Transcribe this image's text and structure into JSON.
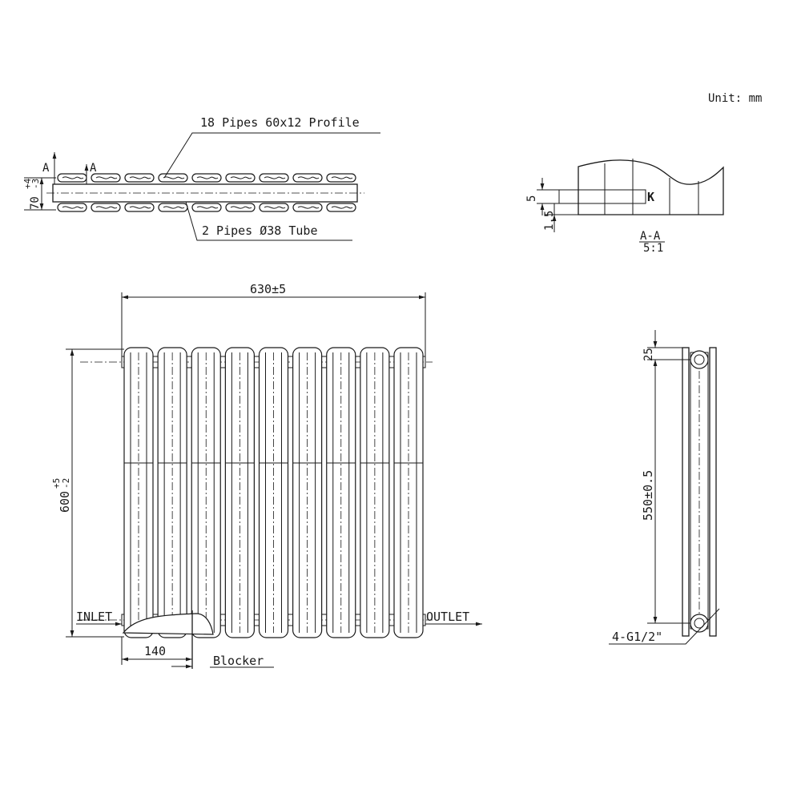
{
  "unit_label": "Unit: mm",
  "top_view": {
    "callout_profile": "18 Pipes 60x12 Profile",
    "callout_tube": "2 Pipes Ø38 Tube",
    "dim_height_value": "70",
    "dim_height_tol_plus": "+4",
    "dim_height_tol_minus": "-3",
    "section_mark": "A"
  },
  "section_view": {
    "label": "A-A",
    "scale": "5:1",
    "dim_5": "5",
    "dim_1_5": "1.5",
    "mark_k": "K"
  },
  "front_view": {
    "width_dim": "630±5",
    "height_dim_value": "600",
    "height_tol_plus": "+5",
    "height_tol_minus": "-2",
    "inlet": "INLET",
    "outlet": "OUTLET",
    "blocker_dim": "140",
    "blocker_label": "Blocker",
    "column_count": 9
  },
  "side_view": {
    "dim_top": "25",
    "dim_centres": "550±0.5",
    "connections": "4-G1/2\""
  }
}
